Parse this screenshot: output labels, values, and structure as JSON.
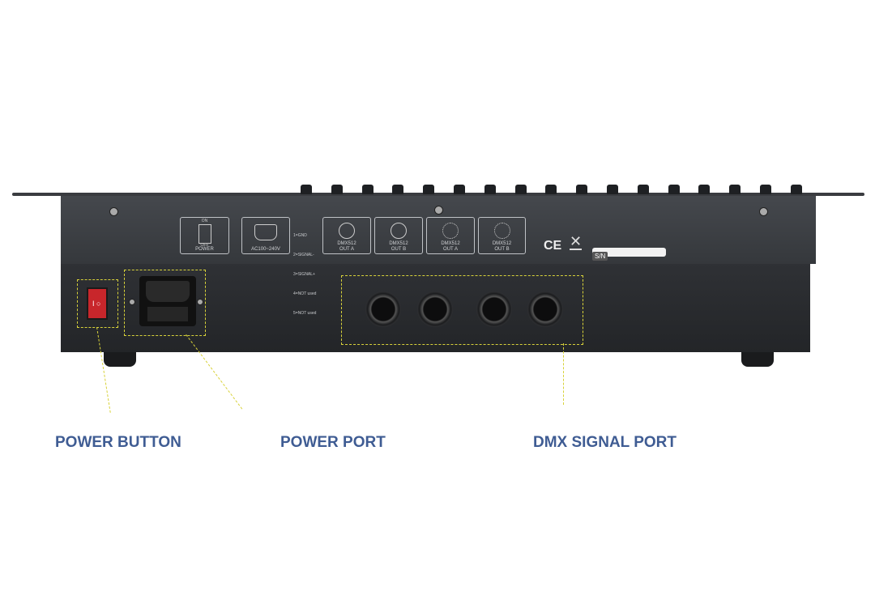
{
  "panel": {
    "power_switch": {
      "on": "ON",
      "off": "OFF",
      "label": "POWER"
    },
    "ac_inlet": {
      "label": "AC100~240V"
    },
    "pinout": [
      "1=GND",
      "2=SIGNAL-",
      "3=SIGNAL+",
      "4=NOT used",
      "5=NOT used"
    ],
    "dmx_ports": [
      {
        "line1": "DMX512",
        "line2": "OUT A"
      },
      {
        "line1": "DMX512",
        "line2": "OUT B"
      },
      {
        "line1": "DMX512",
        "line2": "OUT A"
      },
      {
        "line1": "DMX512",
        "line2": "OUT B"
      }
    ],
    "ce_mark": "CE",
    "serial_label": "S/N"
  },
  "callouts": {
    "power_button": "POWER BUTTON",
    "power_port": "POWER PORT",
    "dmx_signal_port": "DMX SIGNAL PORT"
  },
  "colors": {
    "callout_text": "#3f5c93",
    "highlight": "#d8d23a",
    "switch": "#c8262b"
  }
}
